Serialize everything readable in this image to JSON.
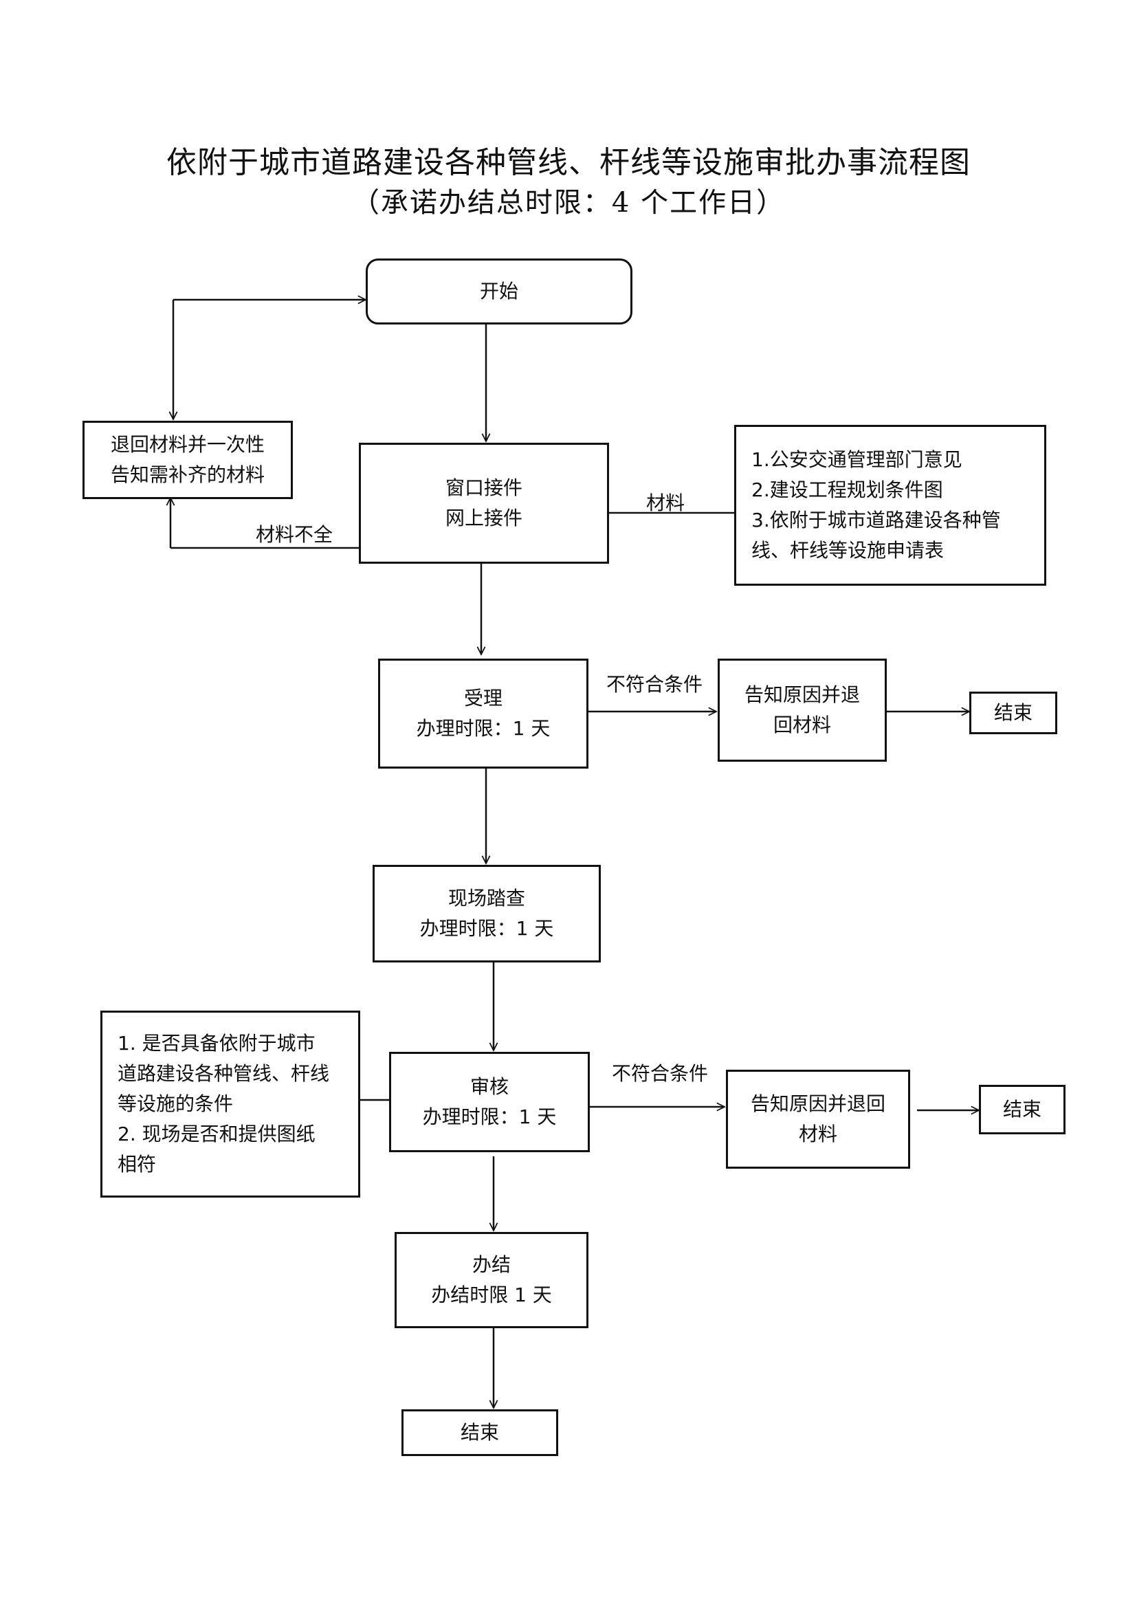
{
  "title": "依附于城市道路建设各种管线、杆线等设施审批办事流程图",
  "subtitle": "（承诺办结总时限：4 个工作日）",
  "nodes": {
    "start": {
      "label": "开始"
    },
    "intake": {
      "line1": "窗口接件",
      "line2": "网上接件"
    },
    "return_materials": {
      "line1": "退回材料并一次性",
      "line2": "告知需补齐的材料"
    },
    "materials_list": {
      "item1": "1.公安交通管理部门意见",
      "item2": "2.建设工程规划条件图",
      "item3a": "3.依附于城市道路建设各种管",
      "item3b": "线、杆线等设施申请表"
    },
    "accept": {
      "line1": "受理",
      "line2": "办理时限：1 天"
    },
    "reject1": {
      "line1": "告知原因并退",
      "line2": "回材料"
    },
    "end1": {
      "label": "结束"
    },
    "survey": {
      "line1": "现场踏查",
      "line2": "办理时限：1 天"
    },
    "review_criteria": {
      "line1": "1.  是否具备依附于城市",
      "line2": "道路建设各种管线、杆线",
      "line3": "等设施的条件",
      "line4": "2.  现场是否和提供图纸",
      "line5": "相符"
    },
    "review": {
      "line1": "审核",
      "line2": "办理时限：1 天"
    },
    "reject2": {
      "line1": "告知原因并退回",
      "line2": "材料"
    },
    "end2": {
      "label": "结束"
    },
    "complete": {
      "line1": "办结",
      "line2": "办结时限 1 天"
    },
    "end3": {
      "label": "结束"
    }
  },
  "edge_labels": {
    "incomplete": "材料不全",
    "materials": "材料",
    "not_qualified_1": "不符合条件",
    "not_qualified_2": "不符合条件"
  }
}
